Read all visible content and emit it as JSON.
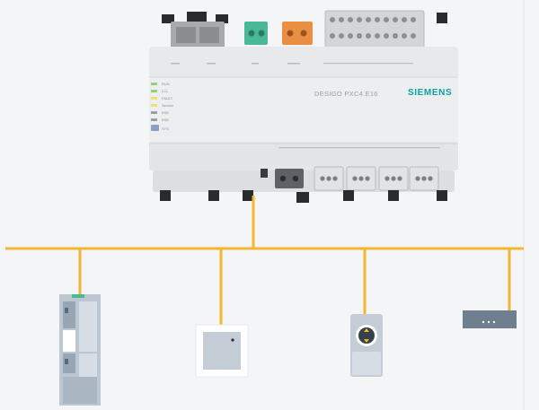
{
  "controller": {
    "model_label": "DESIGO PXC4.E16",
    "brand_label": "SIEMENS",
    "led_labels": [
      "RUN",
      "LCL",
      "FAULT",
      "Service",
      "BSE",
      "BSE",
      "SYS"
    ]
  },
  "bus": {
    "color": "#f2b632"
  },
  "devices": [
    {
      "name": "io-module-rack-icon"
    },
    {
      "name": "room-sensor-icon"
    },
    {
      "name": "room-operator-unit-icon"
    },
    {
      "name": "network-router-icon"
    }
  ],
  "colors": {
    "background": "#f3f5f7",
    "housing": "#e3e5e7",
    "device_blue": "#c4cdd6",
    "green_terminal": "#49b897",
    "orange_terminal": "#ea8f42",
    "brand_teal": "#0aa0a0"
  }
}
